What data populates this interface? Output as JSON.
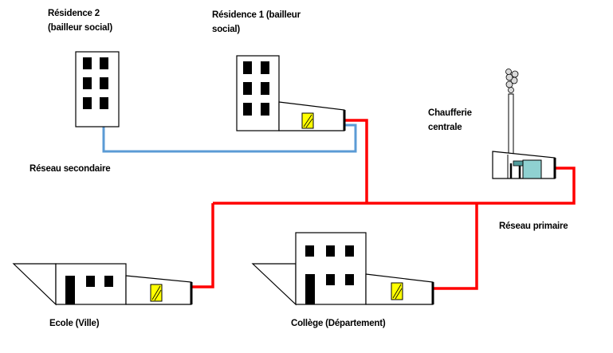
{
  "labels": {
    "residence2_line1": "Résidence 2",
    "residence2_line2": "(bailleur social)",
    "residence1_line1": "Résidence 1 (bailleur",
    "residence1_line2": "social)",
    "chaufferie_line1": "Chaufferie",
    "chaufferie_line2": "centrale",
    "reseau_secondaire": "Réseau secondaire",
    "reseau_primaire": "Réseau primaire",
    "ecole": "Ecole (Ville)",
    "college": "Collège (Département)"
  },
  "colors": {
    "primary_network": "#ff0000",
    "secondary_network": "#5b9bd5",
    "substation": "#ffff00",
    "boiler": "#8fd1d1",
    "chimney_pipe": "#4f9a9a",
    "smoke": "#d9d9d9"
  }
}
